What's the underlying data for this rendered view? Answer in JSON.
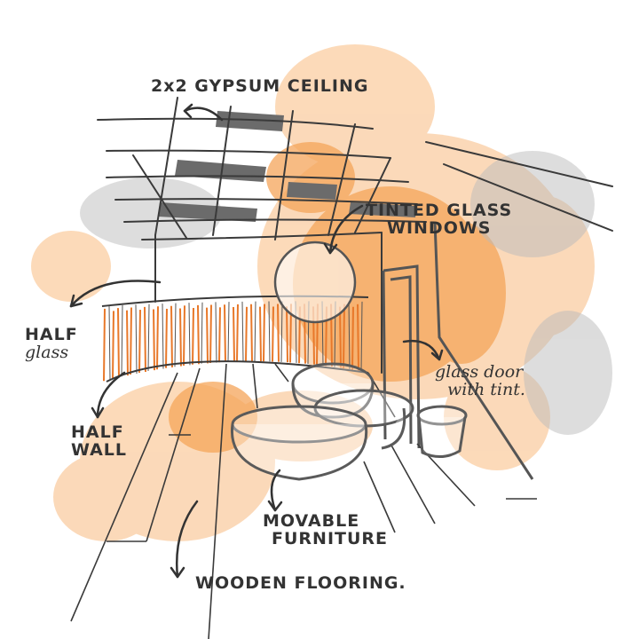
{
  "colors": {
    "accent_orange": "#f5a55a",
    "wash_light": "#fbd3ad",
    "ink": "#3a3a3a",
    "gray_tile": "#6b6b6b",
    "slat_orange": "#e8782a"
  },
  "labels": {
    "ceiling": "2x2 GYPSUM CEILING",
    "windows_line1": "TINTED GLASS",
    "windows_line2": "WINDOWS",
    "half_glass_line1": "HALF",
    "half_glass_line2": "glass",
    "half_wall_line1": "HALF",
    "half_wall_line2": "WALL",
    "door_line1": "glass door",
    "door_line2": "with tint.",
    "furniture_line1": "MOVABLE",
    "furniture_line2": "FURNITURE",
    "flooring": "WOODEN FLOORING."
  }
}
